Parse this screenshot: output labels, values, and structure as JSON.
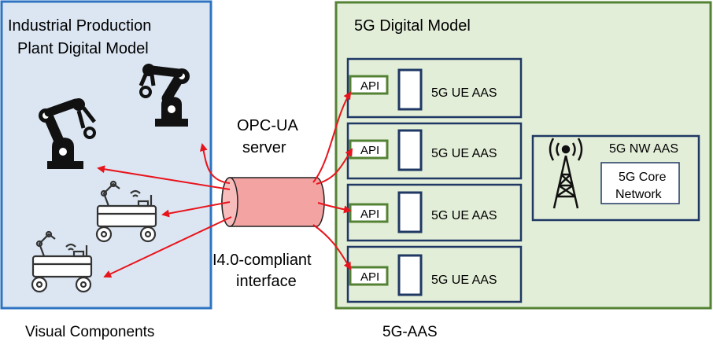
{
  "left_panel": {
    "title_line1": "Industrial Production",
    "title_line2": "Plant Digital Model",
    "caption": "Visual Components"
  },
  "middle": {
    "opcua_line1": "OPC-UA",
    "opcua_line2": "server",
    "iface_line1": "I4.0-compliant",
    "iface_line2": "interface"
  },
  "right_panel": {
    "title": "5G Digital Model",
    "caption": "5G-AAS",
    "ue_modules": [
      {
        "api": "API",
        "label": "5G UE AAS"
      },
      {
        "api": "API",
        "label": "5G UE AAS"
      },
      {
        "api": "API",
        "label": "5G UE AAS"
      },
      {
        "api": "API",
        "label": "5G UE AAS"
      }
    ],
    "nw_box": {
      "title": "5G NW AAS",
      "core_line1": "5G Core",
      "core_line2": "Network"
    }
  },
  "colors": {
    "left_border": "#2e74c2",
    "left_fill": "#dce6f2",
    "right_border": "#548235",
    "right_fill": "#e3eed8",
    "module_border": "#1f3864",
    "api_border": "#548235",
    "arrow": "#e8141c",
    "cylinder_fill": "#f4a3a3"
  }
}
